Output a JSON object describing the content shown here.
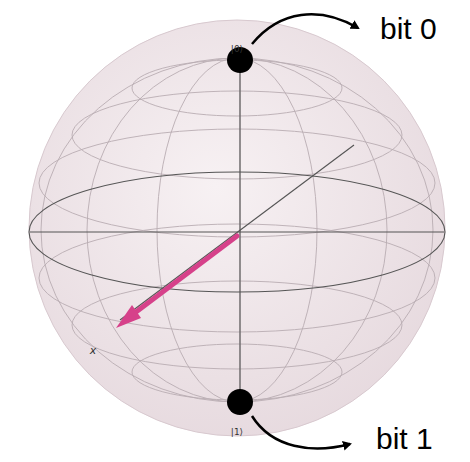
{
  "diagram": {
    "labels": [
      "|0⟩",
      "bit 0",
      "x",
      "|1⟩",
      "bit 1"
    ]
  }
}
